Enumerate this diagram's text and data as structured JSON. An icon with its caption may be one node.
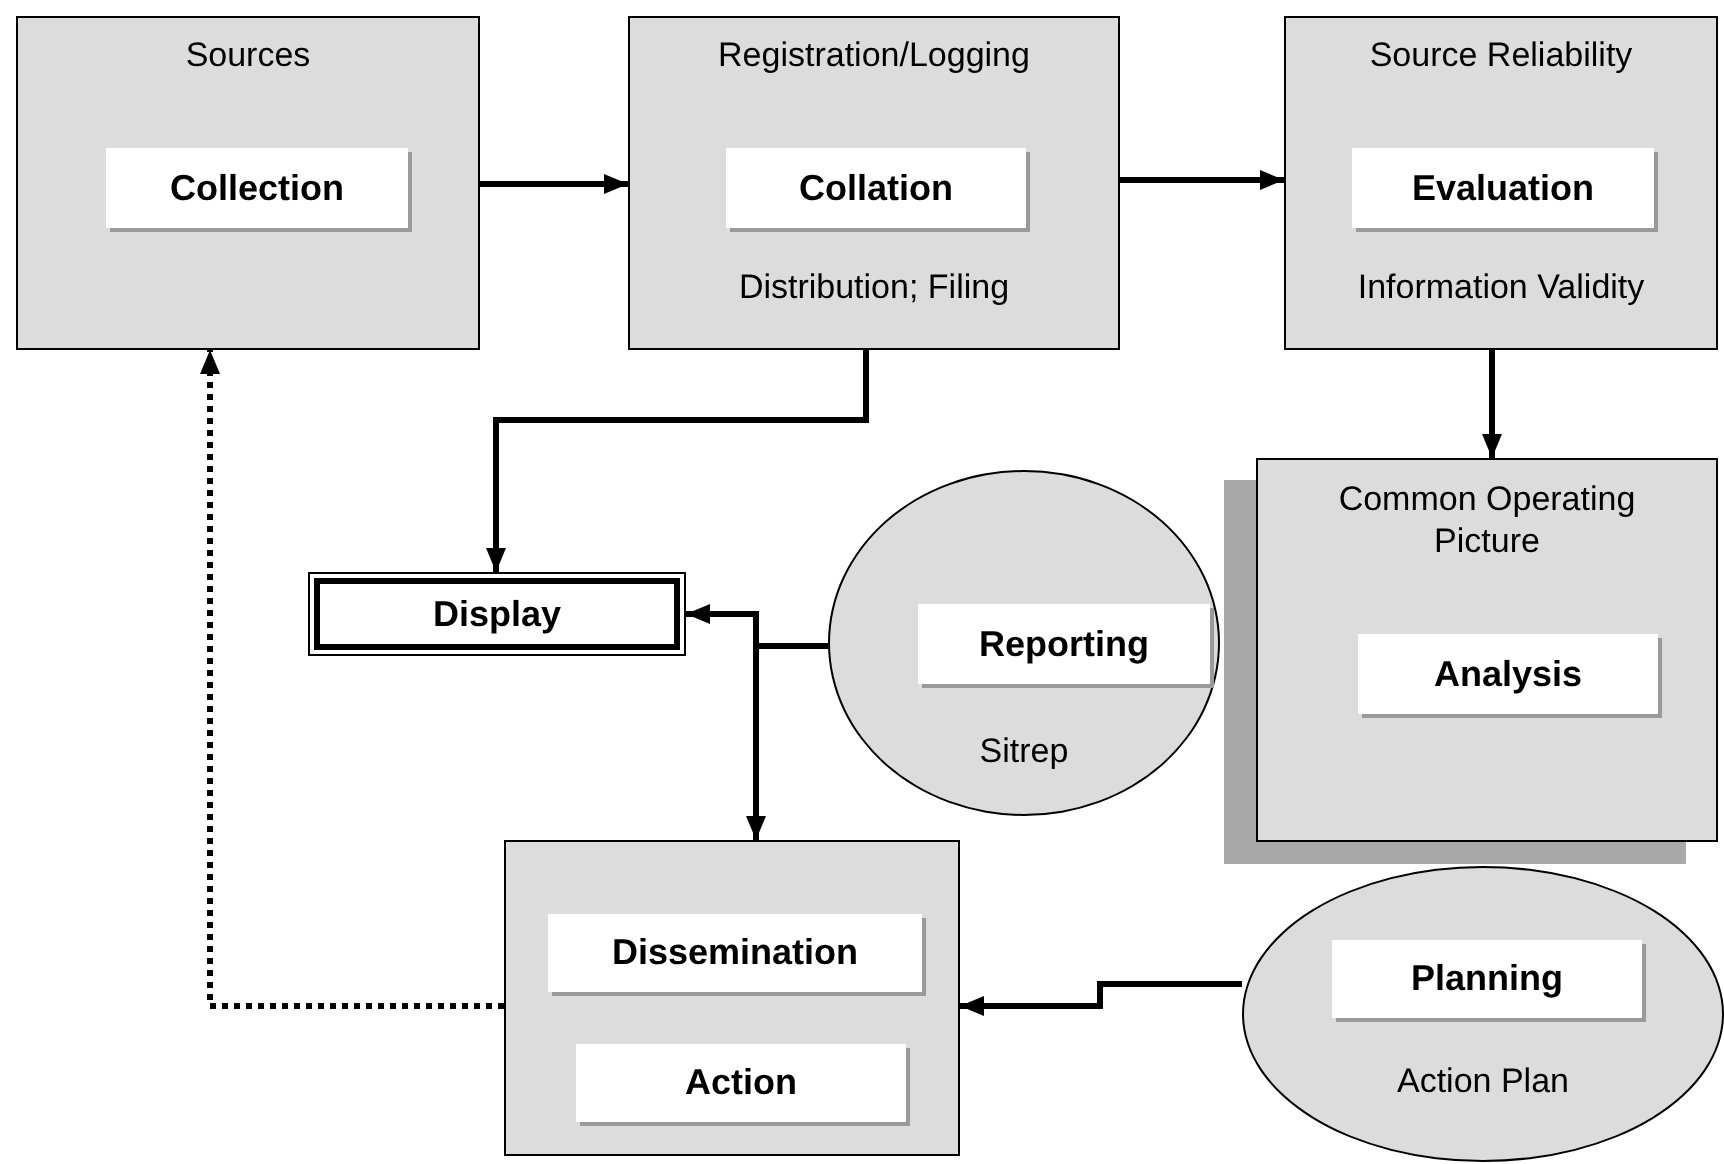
{
  "diagram": {
    "nodes": [
      {
        "text": [
          "Sources"
        ]
      },
      {
        "text": [
          "Collection"
        ],
        "in": 0
      },
      {
        "text": [
          "Registration/Logging",
          "Distribution; Filing"
        ]
      },
      {
        "text": [
          "Collation"
        ],
        "in": 2
      },
      {
        "text": [
          "Source Reliability",
          "Information Validity"
        ]
      },
      {
        "text": [
          "Evaluation"
        ],
        "in": 4
      },
      {
        "text": [
          "Display"
        ]
      },
      {
        "text": [
          "Sitrep"
        ]
      },
      {
        "text": [
          "Reporting"
        ],
        "in": 7
      },
      {
        "text": [
          "Common Operating Picture"
        ]
      },
      {
        "text": [
          "Analysis"
        ],
        "in": 9
      },
      {
        "text": [
          "Action Plan"
        ]
      },
      {
        "text": [
          "Planning"
        ],
        "in": 11
      },
      {
        "text": [],
        "shape": "box"
      },
      {
        "text": [
          "Dissemination"
        ],
        "in": 13
      },
      {
        "text": [
          "Action"
        ],
        "in": 13
      }
    ],
    "edges": [
      {
        "from": 0,
        "to": 2,
        "arrow": "to"
      },
      {
        "from": 2,
        "to": 4,
        "arrow": "to"
      },
      {
        "from": 2,
        "to": 6,
        "arrow": "to"
      },
      {
        "from": 4,
        "to": 9,
        "arrow": "to"
      },
      {
        "from": 7,
        "to": 6,
        "arrow": "to"
      },
      {
        "from": 7,
        "to": 13,
        "arrow": "to"
      },
      {
        "from": 11,
        "to": 13,
        "arrow": "to"
      },
      {
        "from": 13,
        "to": 0,
        "arrow": "to",
        "style": "dashed"
      }
    ]
  }
}
